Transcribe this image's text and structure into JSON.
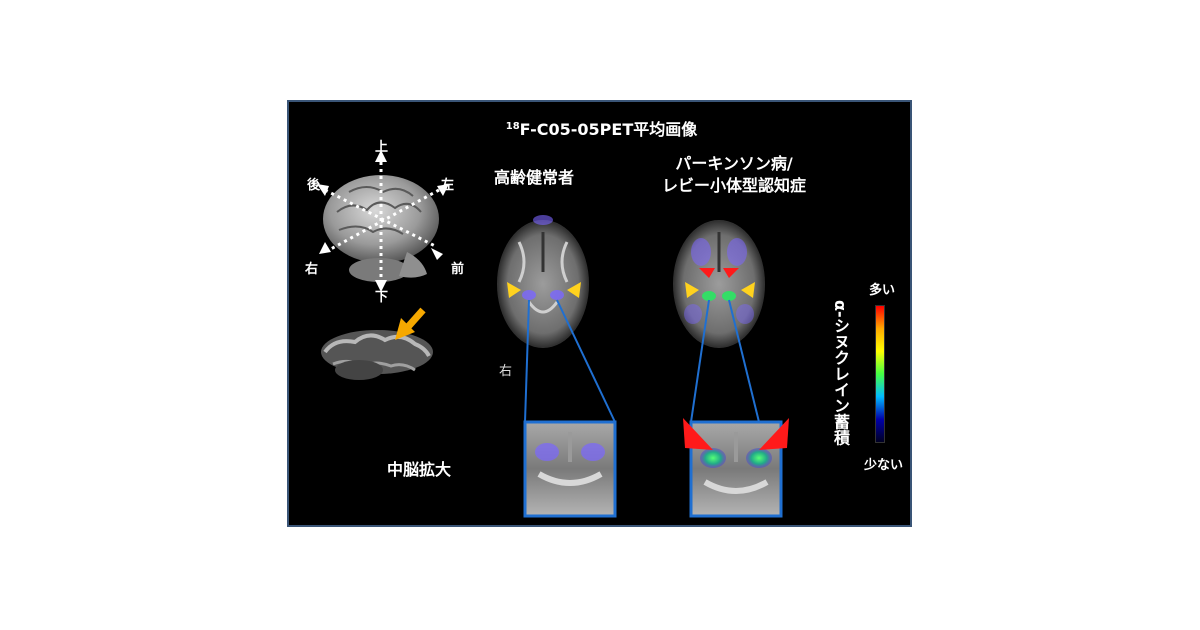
{
  "figure": {
    "title_sup": "18",
    "title_main": "F-C05-05PET平均画像",
    "group_healthy": "高齢健常者",
    "group_pd_line1": "パーキンソン病/",
    "group_pd_line2": "レビー小体型認知症",
    "midbrain_zoom_label": "中脳拡大",
    "side_right_label": "右"
  },
  "orientation": {
    "up": "上",
    "down": "下",
    "left": "左",
    "right": "右",
    "front": "前",
    "back": "後"
  },
  "colorbar": {
    "title": "α-シヌクレイン蓄積",
    "high_label": "多い",
    "low_label": "少ない",
    "colors": [
      "#ff0000",
      "#ffaa00",
      "#ffff00",
      "#44ff44",
      "#00bbff",
      "#0000aa",
      "#000022"
    ]
  },
  "colors": {
    "panel_bg": "#000000",
    "panel_border": "#3a5577",
    "arrow_yellow": "#ffd21e",
    "arrow_red": "#ff1a1a",
    "arrow_orange": "#f6a800",
    "connector_blue": "#1f6fd1",
    "pet_signal": "#7b66ff",
    "pet_hotspot": "#33dd66"
  },
  "icons": {
    "brain_3d": "brain-3d-icon",
    "yellow_arrowhead": "yellow-triangle-icon",
    "red_arrowhead": "red-triangle-icon",
    "pointer_arrow": "orange-arrow-icon"
  }
}
